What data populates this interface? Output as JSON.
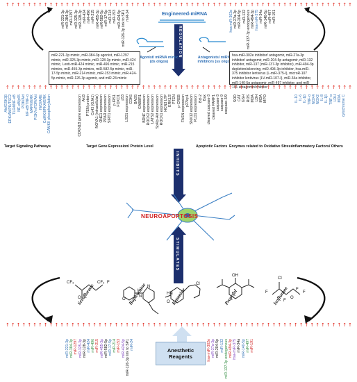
{
  "engineered_label": "Engineered-miRNA",
  "regulation_label": "REGULATION",
  "inhibits_label": "INHIBITS",
  "stimulates_label": "STIMULATES",
  "neuroapoptosis_label": "NEUROAPOPTOSIS",
  "reagents_label": "Anesthetic Reagents",
  "arrow_glyph": "↑",
  "agonist_label": "Agonist/ miRNA mimic (ds oligos)",
  "antagonist_label": "Antagonists/ miRNA inhibitors (ss oligos)",
  "top_left_mirnas": [
    "miR-221-3p",
    "miR-384-3p",
    "miR-1297",
    "miR-325-3p",
    "miR-128-3p",
    "miR-424",
    "miR-496",
    "miR-215",
    "miR-455-3p",
    "miR-582-5p",
    "miR-17-5p",
    "miR-214",
    "miR-153",
    "miR-424-5p",
    "miR-126-3p link to SP1",
    "miR-24"
  ],
  "top_right_mirnas": [
    "hsa-miR-302e",
    "miR-27a-3p",
    "miR-204-5p",
    "miR-132",
    "miR-137-3p endogenous",
    "miR-494-3p",
    "hsa-miR-375",
    "miR-34a",
    "miR-140-5p",
    "miR-497",
    "miR-191"
  ],
  "bottom_left_mirnas": [
    "miR-221-3p",
    "miR-384-3p",
    "miR-1297",
    "miR-325-3p",
    "miR-128-3p",
    "miR-424",
    "miR-496",
    "miR-215",
    "miR-455-3p",
    "miR-582-5p",
    "miR-17-5p",
    "miR-214",
    "miR-153",
    "miR-424-5p",
    "miR-126-3p link to SP1",
    "miR-24"
  ],
  "bottom_right_mirnas": [
    "hsa-miR-302e",
    "miR-27a-3p",
    "miR-204-5p",
    "miR-132",
    "miR-137-3p endogenous",
    "miR-494-3p",
    "hsa-miR-375",
    "miR-34a",
    "miR-140-5p",
    "miR-497",
    "miR-191"
  ],
  "agonist_desc": "miR-221-3p mimic, miR-384-3p agonist, miR-1297 mimic, miR-325-3p mimic, miR-128-3p mimic, miR-424 mimic, Lenti-miR-424 mimic, miR-496 mimic, miR-215 mimics, miR-455-3p mimics, miR-582-5p mimic, miR-17-5p mimic, miR-214 mimic, miR-153 mimic, miR-424-5p mimic, miR-126-3p agomir, and miR-24 mimic",
  "antagonist_desc": "hsa-miR-302e inhibitor/ antagomir, miR-27a-3p inhibitor/ antagomir, miR-204-5p antagomir, miR-132 inhibitor, miR-137 (miR-137-3p inhibitor), miR-494-3p depletion/silencing, miR-494-3p inhibitor, hsa-miR-375 inhibitor lentivirus (L-miR-375-I), microR-107 inhibitor lentivirus (LV-miR-107-I), miR-34a inhibitor, miR-140-5p antagomir, miR-497 inhibitor, and miR-191 antagomir/inhibitor",
  "categories": [
    {
      "title": "Target Signaling Pathways",
      "color": "#2f6fb5",
      "items": [
        "Akt/GSK3β",
        "ERK/AMPK/TSC2",
        "TLR4/NF-κB",
        "NF-κB/p65",
        "PI3K/Akt",
        "NF-κB/TNF-α",
        "MAPK/ERK",
        "PI3K/mTOR/Akt",
        "Nrf2/ARE",
        "CaMKII/PKA/ERK",
        "CAMKII phosphorylation"
      ]
    },
    {
      "title": "Target Gene Expression/ Protein Level",
      "color": "#222222",
      "items": [
        "CDKN1B gene expression",
        "Akt3",
        "PTEN protein",
        "Cx43 (GJA1)",
        "NOVA1 (intracellular)",
        "ONE1 expression",
        "PPAR expression",
        "SIRT1 expression",
        "p-IRS1",
        "FOXO1",
        "p53",
        "LSD1 expression",
        "CDK6",
        "BAG5",
        "GABBR1",
        "BDNF expression",
        "ROCK2 expression",
        "LATS2 expression",
        "Sp4/p-Akt expression",
        "ROCK1 expression",
        "HCN3 LTP",
        "ERK1/2",
        "PTEN",
        "p-CREB",
        "FASN expression",
        "p27kip1",
        "SNX12 expression",
        "PLD1 expression"
      ]
    },
    {
      "title": "Apoptotic Factors",
      "color": "#222222",
      "items": [
        "Bcl-2",
        "Bax",
        "cleaved caspase-3",
        "cleaved PARP1",
        "caspase-3",
        "caspase-9",
        "caspase-3/9"
      ]
    },
    {
      "title": "Enzymes related to Oxidative Stress",
      "color": "#222222",
      "items": [
        "SOD",
        "CAT",
        "GSH",
        "ROS",
        "MDA",
        "LDH",
        "MDA",
        "MPO"
      ]
    },
    {
      "title": "Inflammatory Factors/ Others",
      "color": "#2f6fb5",
      "items": [
        "IL-10",
        "IL-6",
        "IL-1β",
        "TNF-α",
        "NOX4",
        "NOX2",
        "IL-8",
        "IL-1β",
        "TNF-α",
        "LDH",
        "MDA",
        "cytochrome C"
      ]
    }
  ],
  "drugs": [
    {
      "name": "Sevoflurane",
      "color": "#2f6fb5",
      "atoms": [
        "CF₃",
        "CF₃",
        "O",
        "F"
      ]
    },
    {
      "name": "Bupivacaine",
      "color": "#2e8b3e",
      "atoms": [
        "O",
        "N",
        "H",
        "N"
      ]
    },
    {
      "name": "Ketamine",
      "color": "#d02020",
      "atoms": [
        "HN",
        "O",
        "Cl"
      ]
    },
    {
      "name": "Propofol",
      "color": "#111111",
      "atoms": [
        "OH"
      ]
    },
    {
      "name": "Isoflurane",
      "color": "#7a3fbf",
      "atoms": [
        "Cl",
        "F",
        "O",
        "F",
        "F",
        "F"
      ]
    }
  ]
}
